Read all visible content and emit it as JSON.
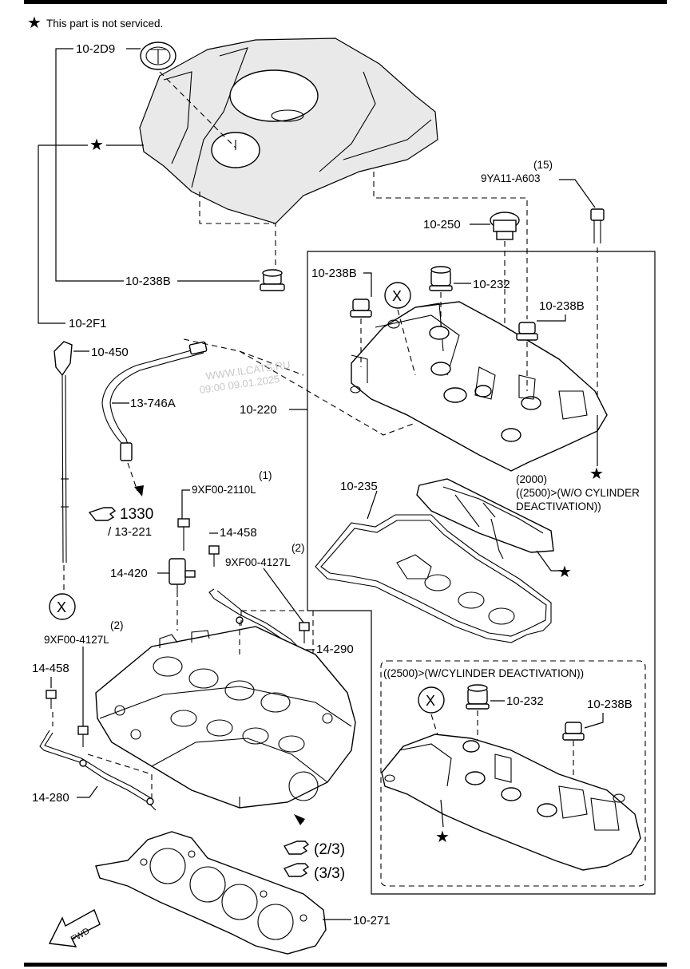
{
  "legend": {
    "star_symbol": "★",
    "note": "This part is not serviced."
  },
  "labels": {
    "p10_2D9": "10-2D9",
    "p10_238B_a": "10-238B",
    "p10_2F1": "10-2F1",
    "p10_450": "10-450",
    "p13_746A": "13-746A",
    "ref_1330": "1330",
    "ref_13_221": "/ 13-221",
    "qty_1": "(1)",
    "p9XF00_2110L": "9XF00-2110L",
    "p14_458_a": "14-458",
    "qty_2a": "(2)",
    "p9XF00_4127L_a": "9XF00-4127L",
    "p14_420": "14-420",
    "qty_2b": "(2)",
    "p9XF00_4127L_b": "9XF00-4127L",
    "p14_290": "14-290",
    "p14_458_b": "14-458",
    "p14_280": "14-280",
    "ref_2_3": "(2/3)",
    "ref_3_3": "(3/3)",
    "p10_271": "10-271",
    "fwd": "FWD",
    "qty_15": "(15)",
    "p9YA11_A603": "9YA11-A603",
    "p10_250": "10-250",
    "p10_238B_b": "10-238B",
    "p10_232_a": "10-232",
    "p10_238B_c": "10-238B",
    "p10_220": "10-220",
    "note_2000": "(2000)",
    "note_2500_wo": "((2500)>(W/O CYLINDER",
    "note_deactivation": "DEACTIVATION))",
    "p10_235": "10-235",
    "note_2500_w": "((2500)>(W/CYLINDER DEACTIVATION))",
    "p10_232_b": "10-232",
    "p10_238B_d": "10-238B",
    "marker_x": "X"
  },
  "watermark": {
    "line1": "WWW.ILCATS.RU",
    "line2": "09:00 09.01.2025"
  }
}
